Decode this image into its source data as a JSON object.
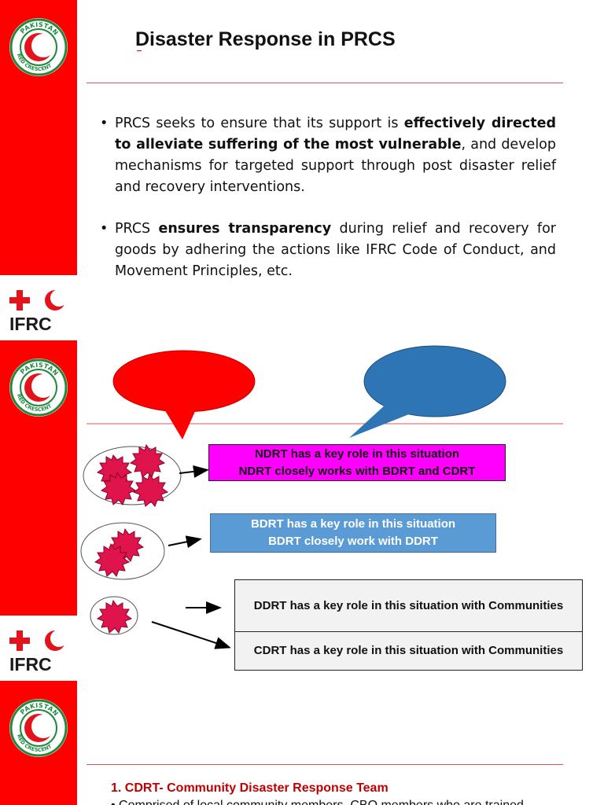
{
  "slide1": {
    "title": "Disaster Response in PRCS",
    "logo_text": "PAKISTAN RED CRESCENT",
    "ifrc_label": "IFRC",
    "bullets": [
      {
        "parts": [
          {
            "text": "PRCS seeks to ensure that its support is ",
            "bold": false
          },
          {
            "text": "effectively directed to alleviate suffering of the most vulnerable",
            "bold": true
          },
          {
            "text": ", and develop mechanisms for targeted support through post disaster relief and recovery interventions.",
            "bold": false
          }
        ]
      },
      {
        "parts": [
          {
            "text": "PRCS ",
            "bold": false
          },
          {
            "text": "ensures transparency",
            "bold": true
          },
          {
            "text": " during relief and recovery for goods by adhering the actions like IFRC Code of Conduct, and Movement Principles, etc.",
            "bold": false
          }
        ]
      }
    ]
  },
  "slide2": {
    "logo_text": "PAKISTAN RED CRESCENT",
    "ifrc_label": "IFRC",
    "ndrt": {
      "line1": "NDRT has a key role in this situation",
      "line2": "NDRT closely works with BDRT and CDRT"
    },
    "bdrt": {
      "line1": "BDRT has a key role in this situation",
      "line2": "BDRT closely work with DDRT"
    },
    "ddrt": "DDRT has a key role in this situation with Communities",
    "cdrt": "CDRT has a key role in this situation with Communities",
    "colors": {
      "red_bubble": "#ff0000",
      "blue_bubble": "#2e75b6",
      "burst": "#e0144c",
      "ndrt_box": "#ff00ff",
      "bdrt_box": "#5b9bd5"
    }
  },
  "slide3": {
    "logo_text": "PAKISTAN RED CRESCENT",
    "heading": "1. CDRT- Community Disaster Response Team",
    "text": "Comprised of local community members, CBO members who are trained"
  }
}
